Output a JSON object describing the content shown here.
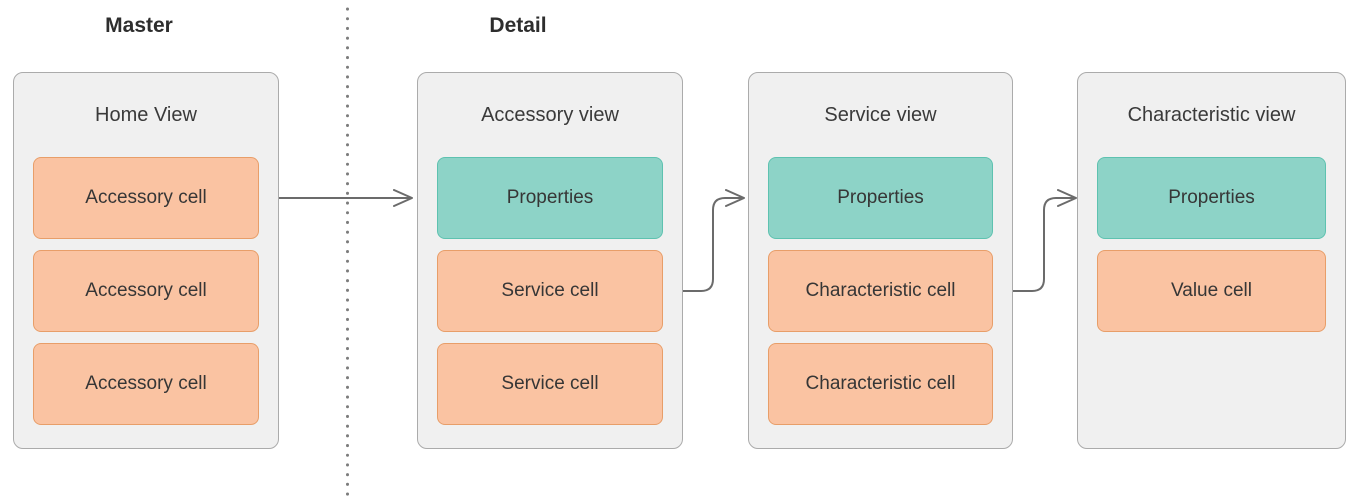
{
  "diagram": {
    "section_labels": {
      "master": "Master",
      "detail": "Detail"
    },
    "panels": [
      {
        "title": "Home View",
        "cells": [
          {
            "label": "Accessory cell",
            "variant": "orange"
          },
          {
            "label": "Accessory cell",
            "variant": "orange"
          },
          {
            "label": "Accessory cell",
            "variant": "orange"
          }
        ]
      },
      {
        "title": "Accessory view",
        "cells": [
          {
            "label": "Properties",
            "variant": "teal"
          },
          {
            "label": "Service cell",
            "variant": "orange"
          },
          {
            "label": "Service cell",
            "variant": "orange"
          }
        ]
      },
      {
        "title": "Service view",
        "cells": [
          {
            "label": "Properties",
            "variant": "teal"
          },
          {
            "label": "Characteristic cell",
            "variant": "orange"
          },
          {
            "label": "Characteristic cell",
            "variant": "orange"
          }
        ]
      },
      {
        "title": "Characteristic view",
        "cells": [
          {
            "label": "Properties",
            "variant": "teal"
          },
          {
            "label": "Value cell",
            "variant": "orange"
          }
        ]
      }
    ],
    "arrows": [
      {
        "from": "Accessory cell (Home View)",
        "to": "Accessory view"
      },
      {
        "from": "Service cell (Accessory view)",
        "to": "Service view (Properties)"
      },
      {
        "from": "Characteristic cell (Service view)",
        "to": "Characteristic view (Properties)"
      }
    ],
    "colors": {
      "panel_fill": "#f0f0f0",
      "panel_border": "#ababab",
      "orange_fill": "#fac3a2",
      "orange_border": "#e89e69",
      "teal_fill": "#8dd3c7",
      "teal_border": "#5ec2b0",
      "arrow": "#6b6b6b",
      "divider_dot": "#7c7c7c",
      "text": "#363636",
      "heading_text": "#2e2e2e"
    }
  }
}
